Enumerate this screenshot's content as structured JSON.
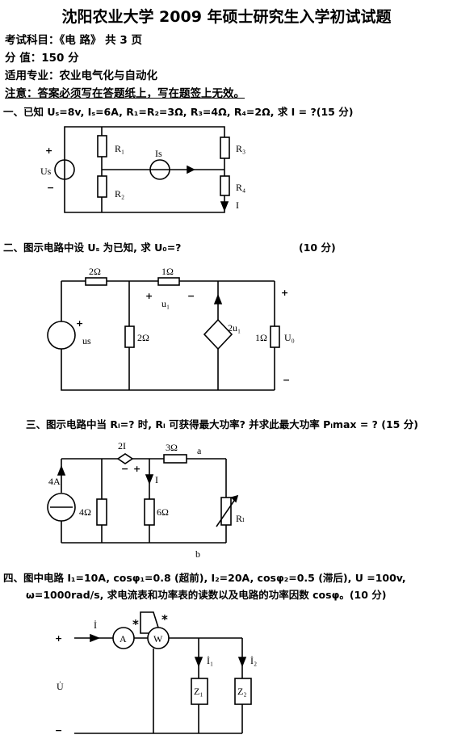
{
  "title": "沈阳农业大学 2009 年硕士研究生入学初试试题",
  "meta": {
    "subject": "考试科目：《电  路》    共 3 页",
    "score": "分      值：150 分",
    "major": "适用专业：农业电气化与自动化",
    "notice": "注意：答案必须写在答题纸上，写在题签上无效。"
  },
  "q1": {
    "text": "一、已知 Uₛ=8v, Iₛ=6A, R₁=R₂=3Ω, R₃=4Ω, R₄=2Ω, 求 I = ?(15 分)",
    "labels": {
      "plus": "+",
      "minus": "−",
      "us": "Us",
      "r1": "R₁",
      "r2": "R₂",
      "is": "Is",
      "r3": "R₃",
      "r4": "R₄",
      "i": "I"
    }
  },
  "q2": {
    "text": "二、图示电路中设 Uₛ 为已知, 求 U₀=?",
    "points": "(10 分)",
    "labels": {
      "r2a": "2Ω",
      "r1": "1Ω",
      "r2b": "2Ω",
      "r1b": "1Ω",
      "us": "us",
      "u1": "u₁",
      "cs": "2u₁",
      "u0": "U₀",
      "plus": "+",
      "minus": "−"
    }
  },
  "q3": {
    "text": "三、图示电路中当 Rₗ=? 时, Rₗ 可获得最大功率? 并求此最大功率 Pₗmax = ? (15 分)",
    "labels": {
      "cs": "4A",
      "r4": "4Ω",
      "vs": "2I",
      "r3": "3Ω",
      "a": "a",
      "i": "I",
      "r6": "6Ω",
      "rl": "Rₗ",
      "b": "b",
      "plus": "+",
      "minus": "−"
    }
  },
  "q4": {
    "line1": "四、图中电路 I₁=10A, cosφ₁=0.8 (超前), I₂=20A, cosφ₂=0.5 (滞后), U =100v,",
    "line2": "ω=1000rad/s, 求电流表和功率表的读数以及电路的功率因数 cosφ。(10 分)",
    "labels": {
      "i": "İ",
      "a": "A",
      "w": "W",
      "star": "*",
      "u": "U̇",
      "i1": "İ₁",
      "i2": "İ₂",
      "z1": "Z₁",
      "z2": "Z₂",
      "plus": "+",
      "minus": "−"
    }
  }
}
